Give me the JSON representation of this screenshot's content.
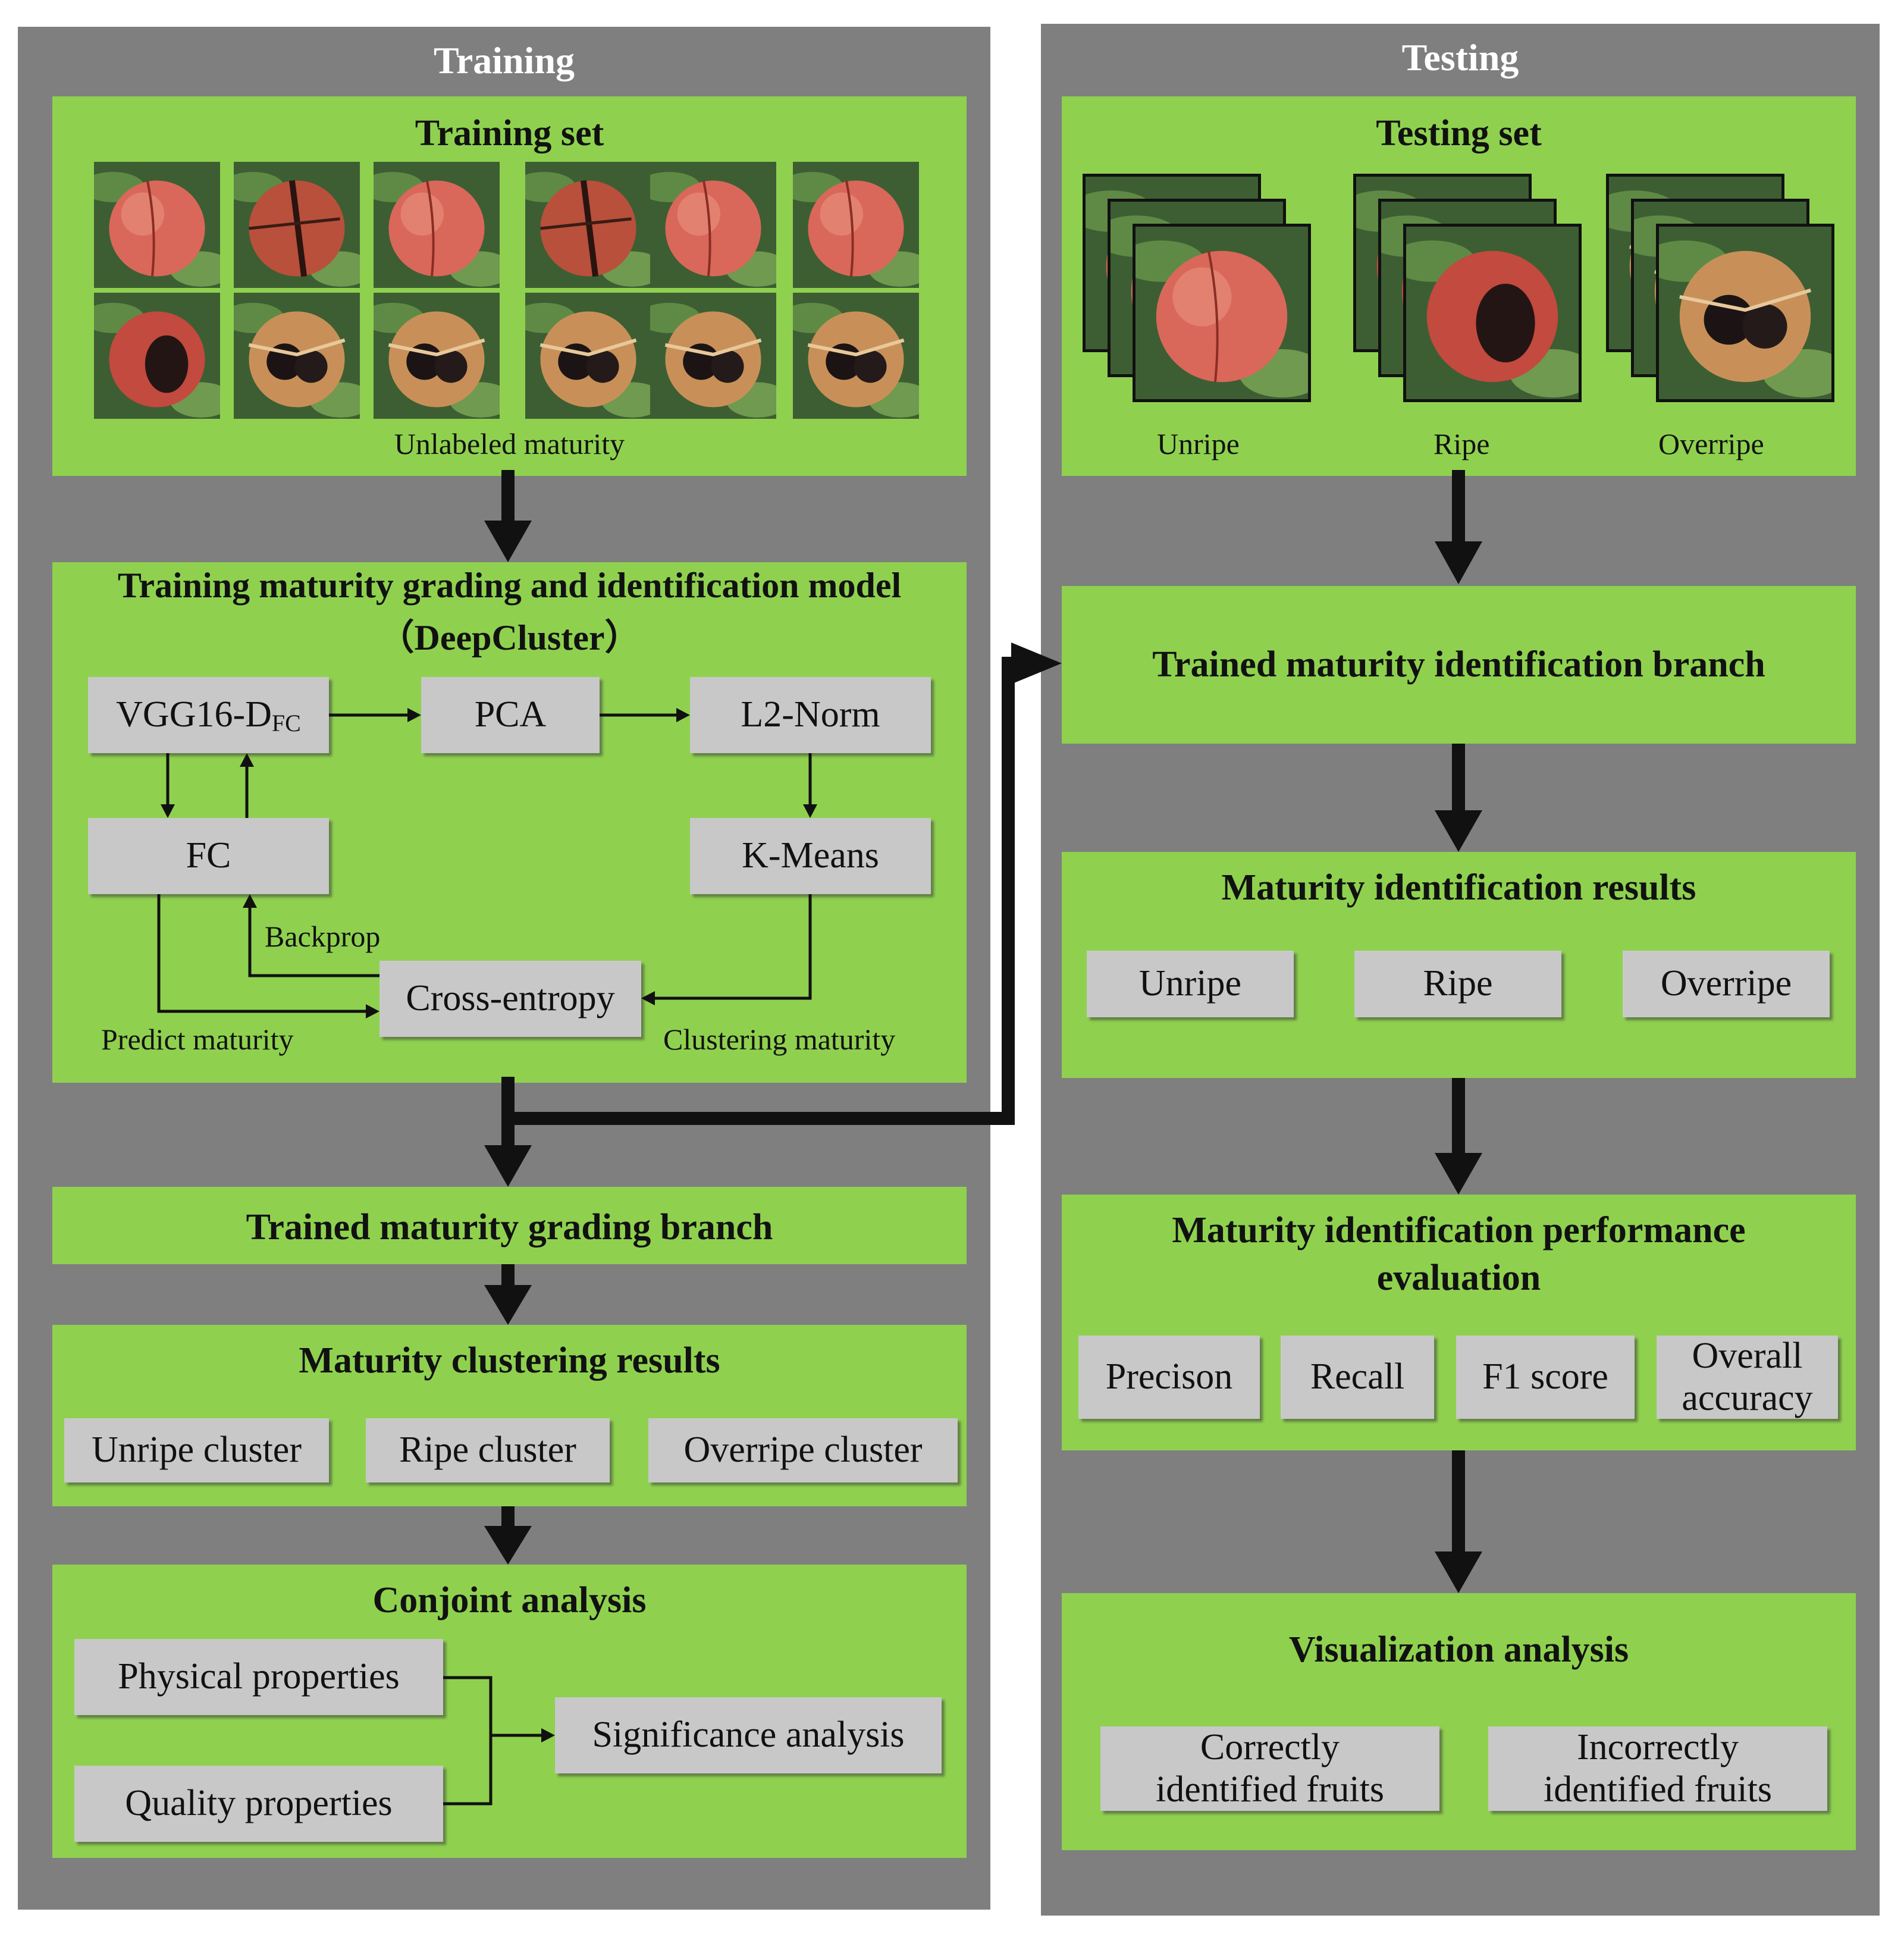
{
  "training": {
    "title": "Training",
    "training_set": {
      "title": "Training set",
      "caption": "Unlabeled maturity",
      "thumbnails": [
        "unripe-fruit",
        "split-fruit",
        "unripe-fruit",
        "cracked-fruit",
        "unripe-fruit",
        "unripe-fruit",
        "opening-fruit",
        "open-fruit",
        "open-fruit",
        "open-fruit",
        "open-fruit",
        "open-fruit"
      ]
    },
    "model": {
      "title_line1": "Training maturity grading and identification model",
      "title_line2": "（DeepCluster）",
      "vgg_main": "VGG16-D",
      "vgg_sub": "FC",
      "pca": "PCA",
      "l2norm": "L2-Norm",
      "fc": "FC",
      "kmeans": "K-Means",
      "cross_entropy": "Cross-entropy",
      "backprop": "Backprop",
      "predict_maturity": "Predict maturity",
      "clustering_maturity": "Clustering maturity"
    },
    "grading_branch": "Trained maturity grading branch",
    "clustering_results": {
      "title": "Maturity clustering results",
      "unripe": "Unripe cluster",
      "ripe": "Ripe cluster",
      "overripe": "Overripe cluster"
    },
    "conjoint": {
      "title": "Conjoint analysis",
      "physical": "Physical properties",
      "quality": "Quality properties",
      "significance": "Significance analysis"
    }
  },
  "testing": {
    "title": "Testing",
    "testing_set": {
      "title": "Testing set",
      "unripe": "Unripe",
      "ripe": "Ripe",
      "overripe": "Overripe"
    },
    "identification_branch": "Trained maturity identification branch",
    "identification_results": {
      "title": "Maturity identification results",
      "unripe": "Unripe",
      "ripe": "Ripe",
      "overripe": "Overripe"
    },
    "performance": {
      "title_line1": "Maturity identification performance",
      "title_line2": "evaluation",
      "precision": "Precison",
      "recall": "Recall",
      "f1": "F1 score",
      "overall_line1": "Overall",
      "overall_line2": "accuracy"
    },
    "visualization": {
      "title": "Visualization analysis",
      "correct_line1": "Correctly",
      "correct_line2": "identified fruits",
      "incorrect_line1": "Incorrectly",
      "incorrect_line2": "identified fruits"
    }
  }
}
